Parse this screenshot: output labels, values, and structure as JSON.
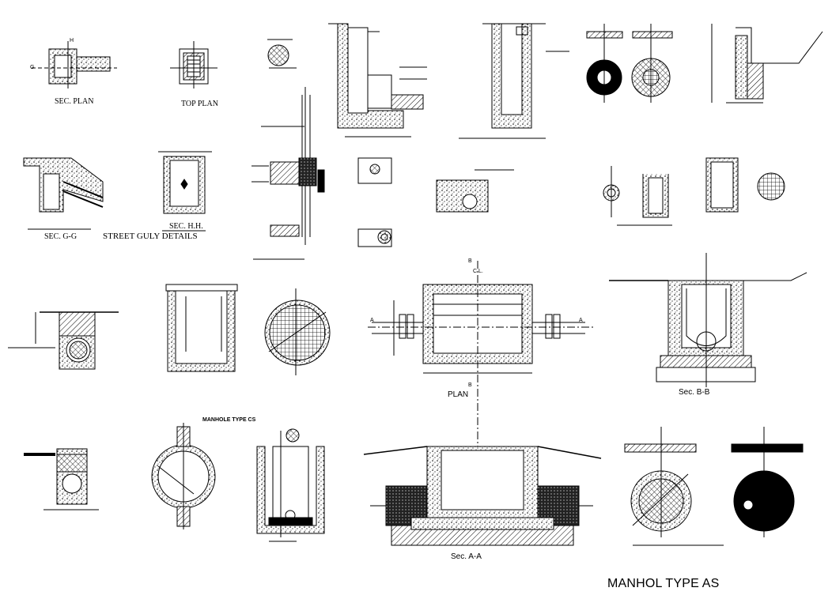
{
  "labels": {
    "sec_plan": "SEC. PLAN",
    "top_plan": "TOP PLAN",
    "sec_g_g": "SEC. G-G",
    "street_guly_details": "STREET GULY DETAILS",
    "sec_h_h": "SEC. H.H.",
    "manhole_type_cs": "MANHOLE TYPE CS",
    "plan": "PLAN",
    "sec_b_b": "Sec. B-B",
    "sec_a_a": "Sec. A-A",
    "manhol_type_as": "MANHOL TYPE AS",
    "cl": "C.L.",
    "grid_a": "A",
    "grid_b": "B",
    "grid_g": "G",
    "grid_h": "H"
  },
  "colors": {
    "ink": "#000000",
    "paper": "#ffffff"
  }
}
